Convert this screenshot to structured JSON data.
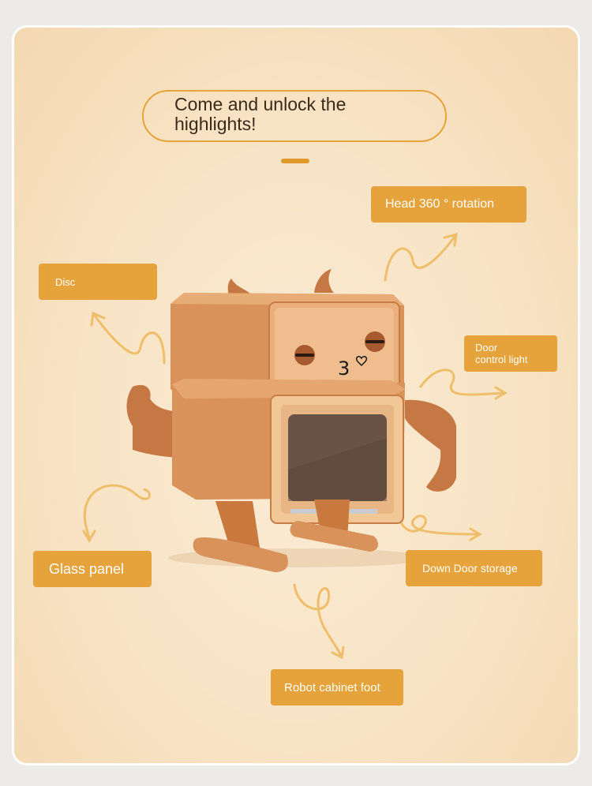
{
  "headline": {
    "line1": "Come and unlock the",
    "line2": "highlights!"
  },
  "labels": {
    "head_rotation": "Head 360 ° rotation",
    "disc": "Disc",
    "door_light_line1": "Door",
    "door_light_line2": "control light",
    "glass_panel": "Glass panel",
    "down_door": "Down Door storage",
    "foot": "Robot cabinet foot"
  },
  "face_text": "3",
  "colors": {
    "page_bg": "#ecebe9",
    "card_bg": "#f8e3c4",
    "accent": "#e6a33b",
    "headline_border": "#e3a43a",
    "wood": "#d8925a",
    "arm": "#c67844",
    "arrow": "#efbe6b"
  },
  "icons": [
    "heart-icon",
    "arrow-icon"
  ]
}
